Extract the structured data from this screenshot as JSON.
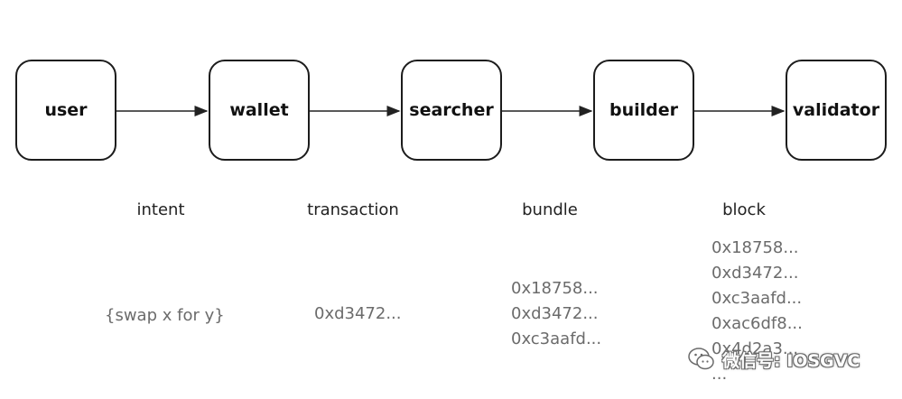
{
  "nodes": [
    "user",
    "wallet",
    "searcher",
    "builder",
    "validator"
  ],
  "labels": [
    "intent",
    "transaction",
    "bundle",
    "block"
  ],
  "data": {
    "intent": [
      "{swap x for y}"
    ],
    "transaction": [
      "0xd3472..."
    ],
    "bundle": [
      "0x18758...",
      "0xd3472...",
      "0xc3aafd..."
    ],
    "block": [
      "0x18758...",
      "0xd3472...",
      "0xc3aafd...",
      "0xac6df8...",
      "0x4d2a3...",
      "..."
    ]
  },
  "watermark": "微信号: IOSGVC",
  "colors": {
    "box_border": "#1c1c1c",
    "arrow": "#222222",
    "label_text": "#222222",
    "data_text": "#6b6b6b"
  }
}
